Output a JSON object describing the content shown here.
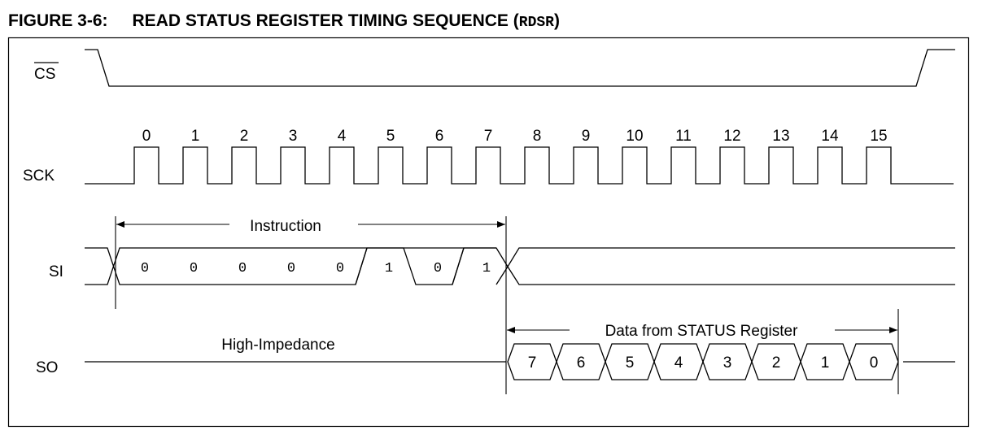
{
  "figure": {
    "number": "FIGURE 3-6:",
    "title": "READ STATUS REGISTER TIMING SEQUENCE (",
    "command": "RDSR",
    "title_end": ")"
  },
  "signals": {
    "cs": "CS",
    "sck": "SCK",
    "si": "SI",
    "so": "SO"
  },
  "clock_numbers": [
    "0",
    "1",
    "2",
    "3",
    "4",
    "5",
    "6",
    "7",
    "8",
    "9",
    "10",
    "11",
    "12",
    "13",
    "14",
    "15"
  ],
  "instruction_label": "Instruction",
  "instruction_bits": [
    "0",
    "0",
    "0",
    "0",
    "0",
    "1",
    "0",
    "1"
  ],
  "high_impedance_label": "High-Impedance",
  "data_label": "Data from STATUS Register",
  "data_bits": [
    "7",
    "6",
    "5",
    "4",
    "3",
    "2",
    "1",
    "0"
  ]
}
